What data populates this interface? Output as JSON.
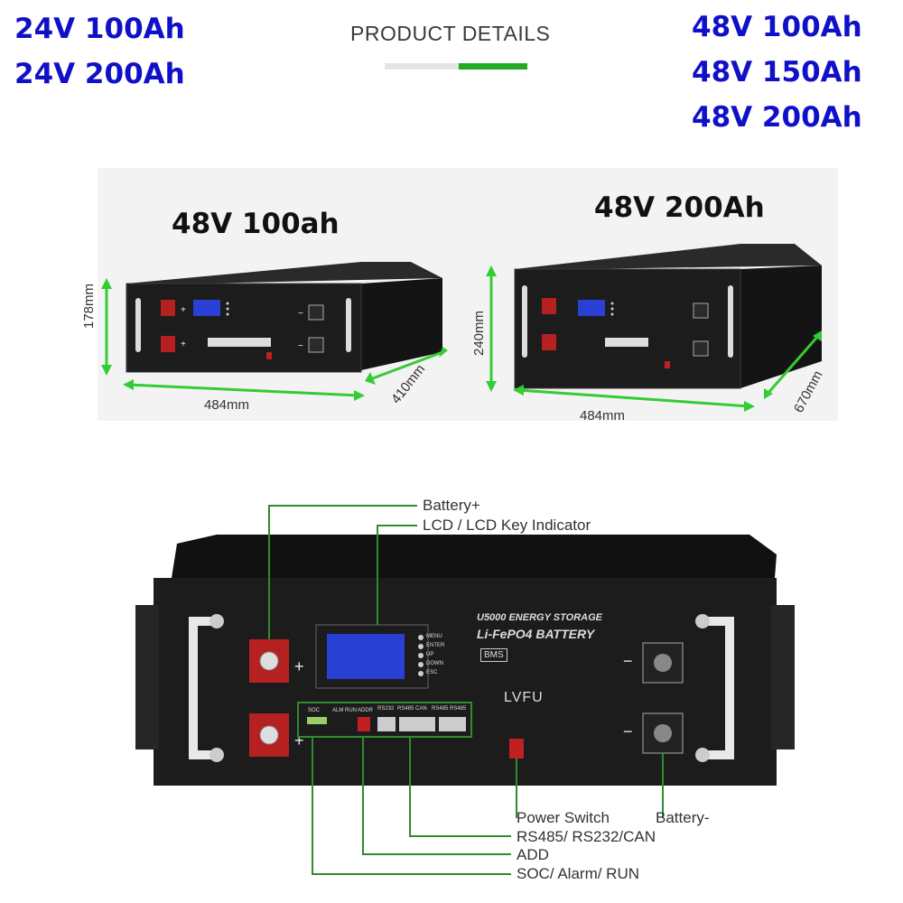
{
  "header": {
    "title": "PRODUCT DETAILS",
    "left_variants": [
      "24V 100Ah",
      "24V 200Ah"
    ],
    "right_variants": [
      "48V 100Ah",
      "48V 150Ah",
      "48V 200Ah"
    ],
    "bar_colors": {
      "grey": "#e4e4e4",
      "green": "#22aa22"
    }
  },
  "models": [
    {
      "name": "48V 100ah",
      "height": "178mm",
      "width": "484mm",
      "depth": "410mm"
    },
    {
      "name": "48V 200Ah",
      "height": "240mm",
      "width": "484mm",
      "depth": "670mm"
    }
  ],
  "front_panel": {
    "product_line": "U5000 ENERGY STORAGE",
    "chemistry": "Li-FePO4 BATTERY",
    "bms_badge": "BMS",
    "brand": "LVFU",
    "lcd_keys": [
      "MENU",
      "ENTER",
      "UP",
      "DOWN",
      "ESC"
    ],
    "port_labels": [
      "RS232",
      "RS485",
      "CAN",
      "RS485",
      "RS485"
    ],
    "indicator_labels": [
      "SOC",
      "ALM",
      "RUN",
      "ADDR"
    ],
    "plus_sign": "+",
    "minus_sign": "−"
  },
  "callouts": {
    "battery_plus": "Battery+",
    "lcd": "LCD / LCD Key Indicator",
    "power_switch": "Power Switch",
    "battery_minus": "Battery-",
    "comm": "RS485/ RS232/CAN",
    "add": "ADD",
    "soc": "SOC/ Alarm/ RUN"
  },
  "colors": {
    "accent_blue": "#1010c8",
    "arrow_green": "#33cc33",
    "line_green": "#2e8b2e",
    "chassis": "#1c1c1c",
    "terminal_red": "#b52020",
    "lcd_blue": "#2a3fd4"
  }
}
